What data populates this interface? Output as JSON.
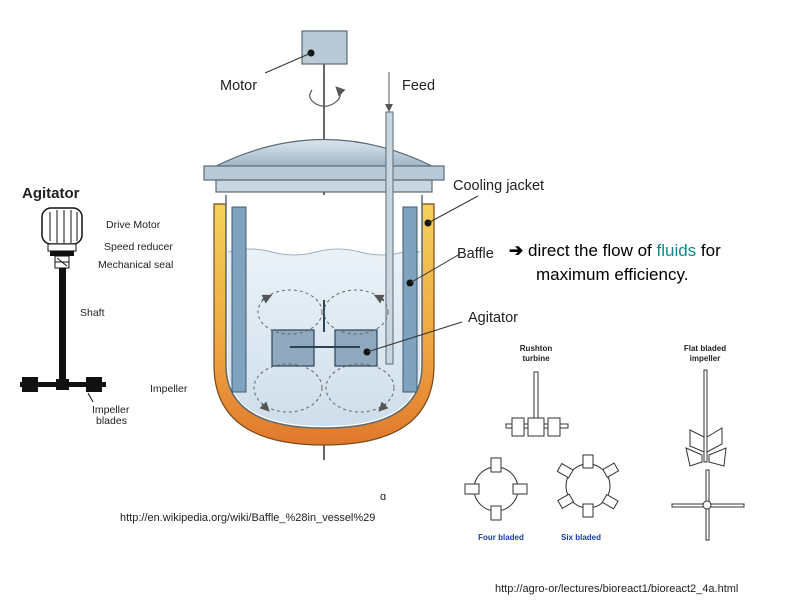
{
  "left_agitator": {
    "title": "Agitator",
    "drive_motor": "Drive Motor",
    "speed_reducer": "Speed reducer",
    "mechanical_seal": "Mechanical seal",
    "shaft": "Shaft",
    "impeller": "Impeller",
    "impeller_blades_line1": "Impeller",
    "impeller_blades_line2": "blades"
  },
  "vessel": {
    "motor": "Motor",
    "feed": "Feed",
    "cooling_jacket": "Cooling jacket",
    "baffle": "Baffle",
    "agitator": "Agitator",
    "mark": "ɑ"
  },
  "baffle_note": {
    "arrow": "➔",
    "text_before": "direct the flow of",
    "highlight": "fluids",
    "text_after": "for",
    "line2": "maximum efficiency."
  },
  "impellers": {
    "rushton_line1": "Rushton",
    "rushton_line2": "turbine",
    "flat_line1": "Flat bladed",
    "flat_line2": "impeller",
    "four_bladed": "Four bladed",
    "six_bladed": "Six bladed"
  },
  "sources": {
    "wiki_url": "http://en.wikipedia.org/wiki/Baffle_%28in_vessel%29",
    "agro_url": "http://agro-or/lectures/bioreact1/bioreact2_4a.html"
  },
  "colors": {
    "highlight": "#0c8a8a",
    "jacket_orange": "#e08a2e",
    "jacket_yellow": "#f2c14e",
    "baffle_blue": "#7fa3bf",
    "liquid": "#dbe8f3",
    "metal": "#b9c9d6",
    "blade_blue": "#1a3fa3"
  }
}
